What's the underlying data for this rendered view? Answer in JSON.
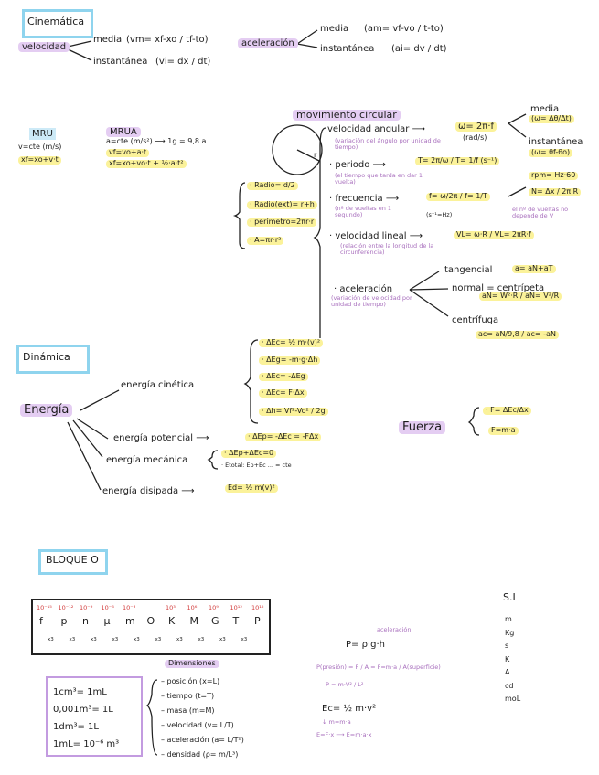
{
  "cinematica": {
    "title": "Cinemática",
    "velocidad": "velocidad",
    "media": "media",
    "media_formula": "(vm= xf-xo / tf-to)",
    "instantanea": "instantánea",
    "instantanea_formula": "(vi= dx / dt)",
    "aceleracion": "aceleración",
    "acel_media": "media",
    "acel_media_formula": "(am= vf-vo / t-to)",
    "acel_inst": "instantánea",
    "acel_inst_formula": "(ai= dv / dt)"
  },
  "mru": {
    "title": "MRU",
    "line1": "v=cte (m/s)",
    "line2": "xf=xo+v·t"
  },
  "mrua": {
    "title": "MRUA",
    "line1": "a=cte (m/s²) ⟶ 1g = 9,8 a",
    "line2": "vf=vo+a·t",
    "line3": "xf=xo+vo·t + ½·a·t²"
  },
  "circular": {
    "title": "movimiento circular",
    "circle_r": "r",
    "radio": "· Radio= d/2",
    "radio_ext": "· Radio(ext)= r+h",
    "perimetro": "· perímetro=2πr·r",
    "area": "· A=πr·r²",
    "vel_angular": "velocidad angular ⟶",
    "vel_angular_note": "(variación del ángulo por unidad de tiempo)",
    "omega": "ω= 2π·f",
    "omega_units": "(rad/s)",
    "om_media": "media",
    "om_media_formula": "(ω= Δθ/Δt)",
    "om_inst": "instantánea",
    "om_inst_formula": "(ω= θf-θo)",
    "periodo": "· periodo ⟶",
    "periodo_formula": "T= 2π/ω / T= 1/f  (s⁻¹)",
    "periodo_note": "(el tiempo que tarda en dar 1 vuelta)",
    "rpm": "rpm= Hz·60",
    "frecuencia": "· frecuencia ⟶",
    "frecuencia_formula": "f= ω/2π / f= 1/T",
    "frecuencia_units": "(s⁻¹=Hz)",
    "frecuencia_note": "(nº de vueltas en 1 segundo)",
    "n_formula": "N= Δx / 2π·R",
    "n_note": "el nº de vueltas no depende de V",
    "vel_lineal": "· velocidad lineal ⟶",
    "vel_lineal_formula": "VL= ω·R / VL= 2πR·f",
    "vel_lineal_note": "(relación entre la longitud de la circunferencia)",
    "aceleracion": "· aceleración",
    "aceleracion_note": "(variación de velocidad por unidad de tiempo)",
    "tangencial": "tangencial",
    "tangencial_formula": "a= aN+aT",
    "normal": "normal = centrípeta",
    "normal_formula": "aN= W²·R / aN= V²/R",
    "centrifuga": "centrífuga",
    "centrifuga_formula": "ac= aN/9,8 / ac= -aN"
  },
  "dinamica": {
    "title": "Dinámica",
    "energia": "Energía",
    "cinetica": "energía cinética",
    "ec1": "· ΔEc= ½ m·(v)²",
    "ec2": "· ΔEg= -m·g·Δh",
    "ec3": "· ΔEc= -ΔEg",
    "ec4": "· ΔEc= F·Δx",
    "ec5": "· Δh= Vf²-Vo² / 2g",
    "potencial": "energía potencial ⟶",
    "potencial_formula": "· ΔEp= -ΔEc = -FΔx",
    "mecanica": "energía mecánica",
    "mecanica_f1": "· ΔEp+ΔEc=0",
    "mecanica_f2": "· Etotal: Ep+Ec ... = cte",
    "disipada": "energía disipada ⟶",
    "disipada_formula": "Ed= ½ m(v)²",
    "fuerza": "Fuerza",
    "fuerza_f1": "· F= ΔEc/Δx",
    "fuerza_f2": "F=m·a"
  },
  "bloque": {
    "title": "BLOQUE O",
    "exponents": [
      "10⁻¹⁵",
      "10⁻¹²",
      "10⁻⁹",
      "10⁻⁶",
      "10⁻³",
      "",
      "10³",
      "10⁶",
      "10⁹",
      "10¹²",
      "10¹⁵"
    ],
    "prefixes": [
      "f",
      "p",
      "n",
      "μ",
      "m",
      "O",
      "K",
      "M",
      "G",
      "T",
      "P"
    ],
    "steps": [
      "x3",
      "x3",
      "x3",
      "x3",
      "x3",
      "x3",
      "x3",
      "x3",
      "x3",
      "x3"
    ],
    "dim_title": "Dimensiones",
    "conv": [
      "1cm³= 1mL",
      "0,001m³= 1L",
      "1dm³= 1L",
      "1mL= 10⁻⁶ m³"
    ],
    "dims": [
      "– posición (x=L)",
      "– tiempo (t=T)",
      "– masa (m=M)",
      "– velocidad (v= L/T)",
      "– aceleración (a= L/T²)",
      "– densidad (ρ= m/L³)"
    ],
    "pressure": "P= ρ·g·h",
    "pressure_note1": "aceleración",
    "pressure_note2": "P(presión) = F / A = F=m·a / A(superficie)",
    "pressure_note3": "P = m·V² / L²",
    "ec_formula": "Ec= ½ m·v²",
    "ec_note1": "↓ m=m·a",
    "ec_note2": "E=F·x ⟶ E=m·a·x",
    "si_title": "S.I",
    "si_units": [
      "m",
      "Kg",
      "s",
      "K",
      "A",
      "cd",
      "moL"
    ]
  }
}
